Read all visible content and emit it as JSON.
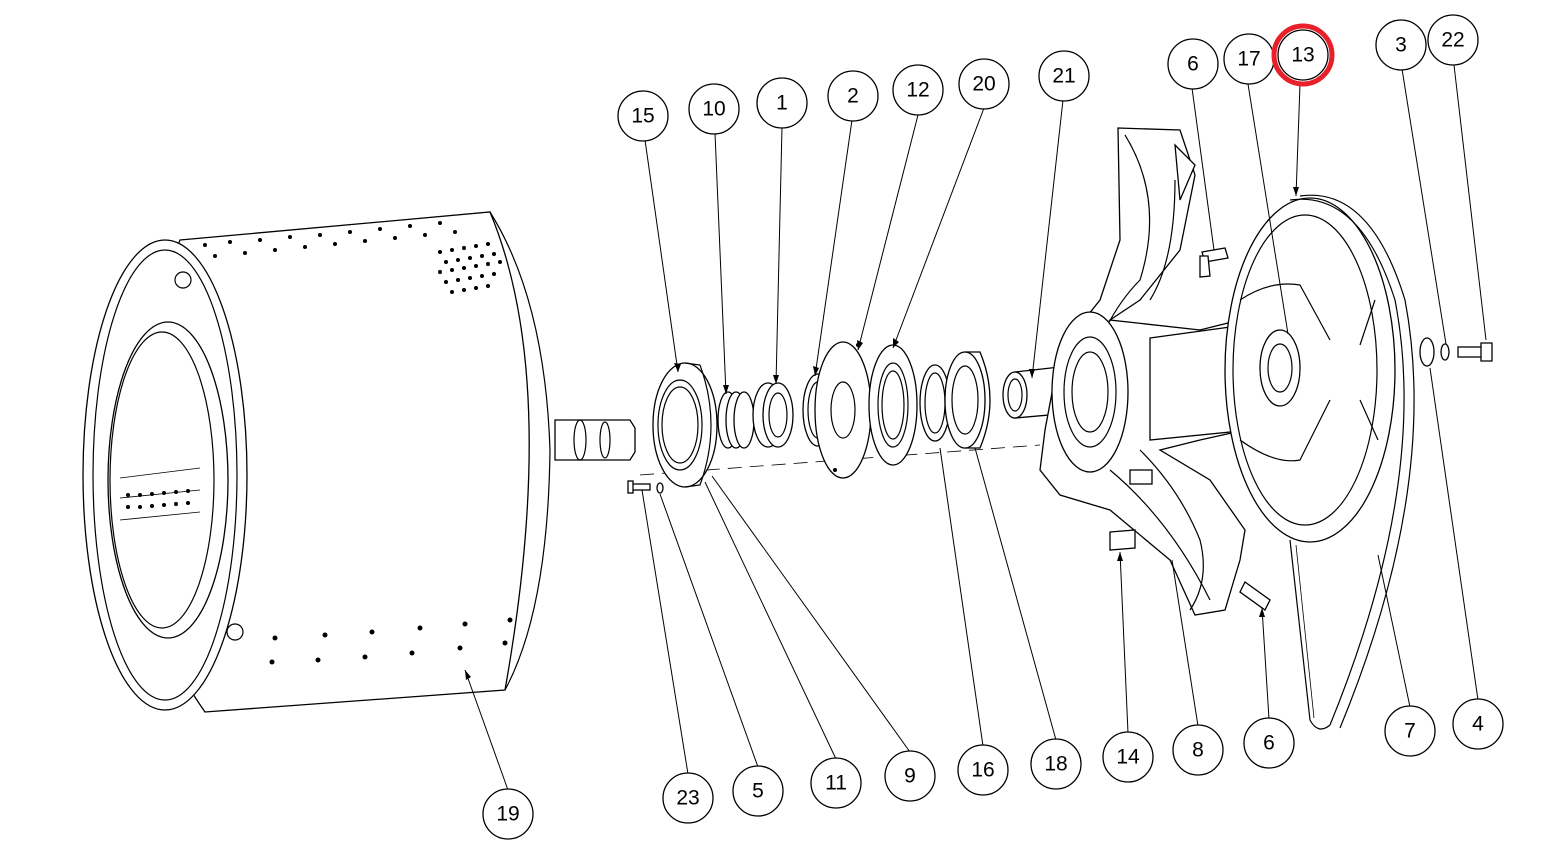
{
  "diagram": {
    "highlight_color": "#e8202a",
    "highlighted_callout": "13",
    "callouts": [
      {
        "id": "c15",
        "label": "15"
      },
      {
        "id": "c10",
        "label": "10"
      },
      {
        "id": "c1",
        "label": "1"
      },
      {
        "id": "c2",
        "label": "2"
      },
      {
        "id": "c12",
        "label": "12"
      },
      {
        "id": "c20",
        "label": "20"
      },
      {
        "id": "c21",
        "label": "21"
      },
      {
        "id": "c6a",
        "label": "6"
      },
      {
        "id": "c17",
        "label": "17"
      },
      {
        "id": "c13",
        "label": "13"
      },
      {
        "id": "c3",
        "label": "3"
      },
      {
        "id": "c22",
        "label": "22"
      },
      {
        "id": "c19",
        "label": "19"
      },
      {
        "id": "c23",
        "label": "23"
      },
      {
        "id": "c5",
        "label": "5"
      },
      {
        "id": "c11",
        "label": "11"
      },
      {
        "id": "c9",
        "label": "9"
      },
      {
        "id": "c16",
        "label": "16"
      },
      {
        "id": "c18",
        "label": "18"
      },
      {
        "id": "c14",
        "label": "14"
      },
      {
        "id": "c8",
        "label": "8"
      },
      {
        "id": "c6b",
        "label": "6"
      },
      {
        "id": "c7",
        "label": "7"
      },
      {
        "id": "c4",
        "label": "4"
      }
    ]
  }
}
